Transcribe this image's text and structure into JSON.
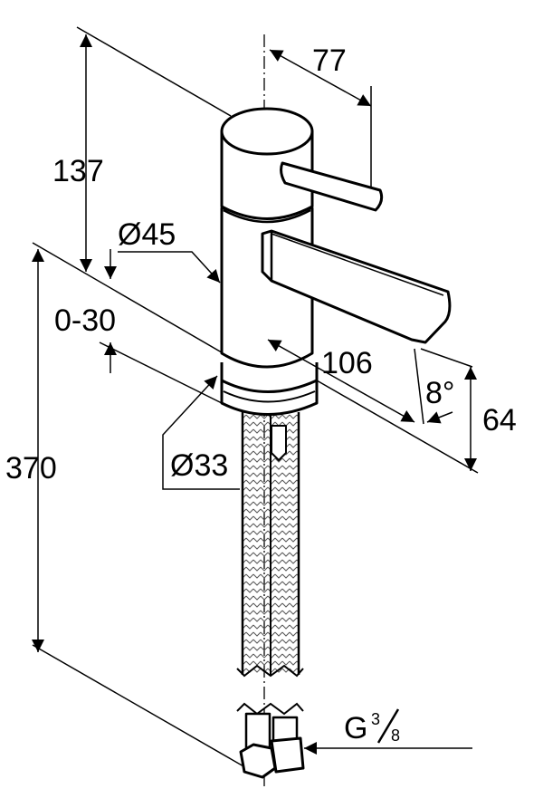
{
  "title": "Faucet dimension drawing",
  "dimensions": {
    "height_top": "137",
    "lever_reach": "77",
    "body_diameter": "Ø45",
    "deck_thickness": "0-30",
    "spout_reach": "106",
    "spout_angle": "8°",
    "spout_height": "64",
    "base_diameter": "Ø33",
    "hose_length": "370",
    "connection_thread": "G",
    "connection_fraction_num": "3",
    "connection_fraction_den": "8"
  },
  "colors": {
    "line": "#000000",
    "background": "#ffffff"
  }
}
